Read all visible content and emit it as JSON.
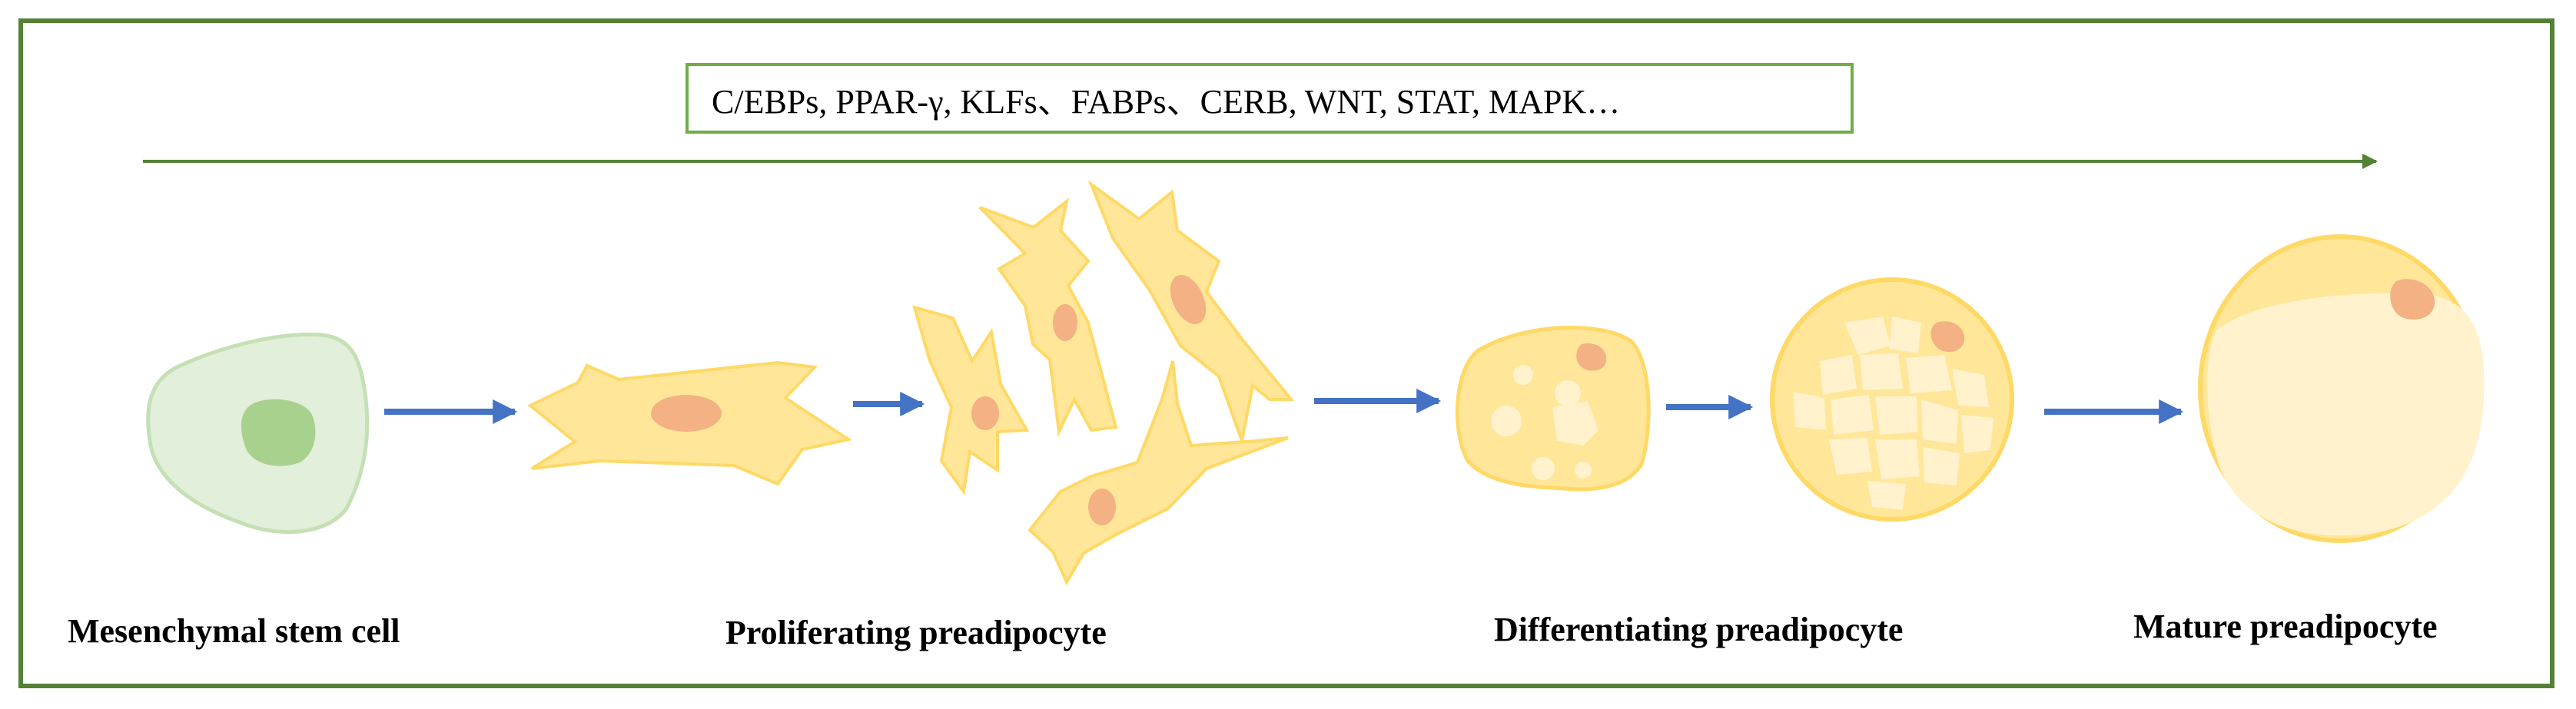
{
  "factors": {
    "text": "C/EBPs, PPAR-γ, KLFs、FABPs、CERB, WNT, STAT, MAPK…"
  },
  "stages": [
    {
      "label": "Mesenchymal stem cell"
    },
    {
      "label": "Proliferating preadipocyte"
    },
    {
      "label": "Differentiating preadipocyte"
    },
    {
      "label": "Mature preadipocyte"
    }
  ],
  "colors": {
    "frame": "#548235",
    "factor_box_border": "#70ad47",
    "timeline_arrow": "#548235",
    "step_arrow": "#4472c4",
    "stem_cell_body": "#e2efda",
    "stem_cell_nucleus": "#a9d18e",
    "preadipocyte_body": "#ffe699",
    "preadipocyte_outline": "#ffd966",
    "nucleus": "#f4b183",
    "lipid_droplet": "#fff2cc"
  }
}
